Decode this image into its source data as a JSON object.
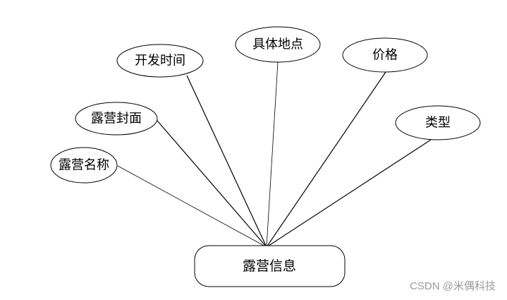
{
  "diagram": {
    "entity": {
      "label": "露营信息"
    },
    "attributes": [
      {
        "id": "name",
        "label": "露营名称"
      },
      {
        "id": "cover",
        "label": "露营封面"
      },
      {
        "id": "open-time",
        "label": "开发时间"
      },
      {
        "id": "location",
        "label": "具体地点"
      },
      {
        "id": "price",
        "label": "价格"
      },
      {
        "id": "type",
        "label": "类型"
      }
    ]
  },
  "watermark": "CSDN @米偶科技"
}
